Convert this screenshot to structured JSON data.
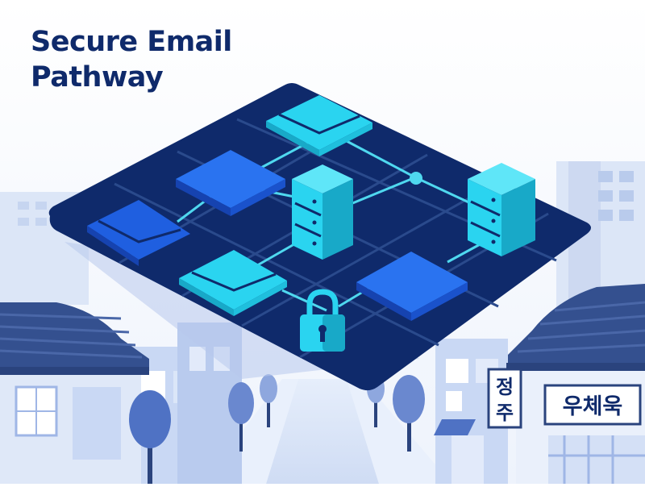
{
  "title": {
    "line1": "Secure Email",
    "line2": "Pathway"
  },
  "signs": {
    "left_char1": "정",
    "left_char2": "주",
    "right_text": "우체욱"
  },
  "colors": {
    "title": "#0f2a6b",
    "platform": "#0f2a6b",
    "grid_line": "#2a4a8c",
    "cyan": "#2ad4f0",
    "cyan_dark": "#18a9c8",
    "blue": "#1f5fe0",
    "blue_dark": "#1643b0",
    "connector": "#4fd8ef",
    "building_light": "#c9d8f4",
    "building_mid": "#9fb6e6",
    "roof": "#34508f",
    "tree": "#4f72c4"
  },
  "icons": [
    "envelope-icon",
    "server-icon",
    "padlock-icon",
    "data-block-icon",
    "tree-icon",
    "hanok-roof-icon"
  ]
}
